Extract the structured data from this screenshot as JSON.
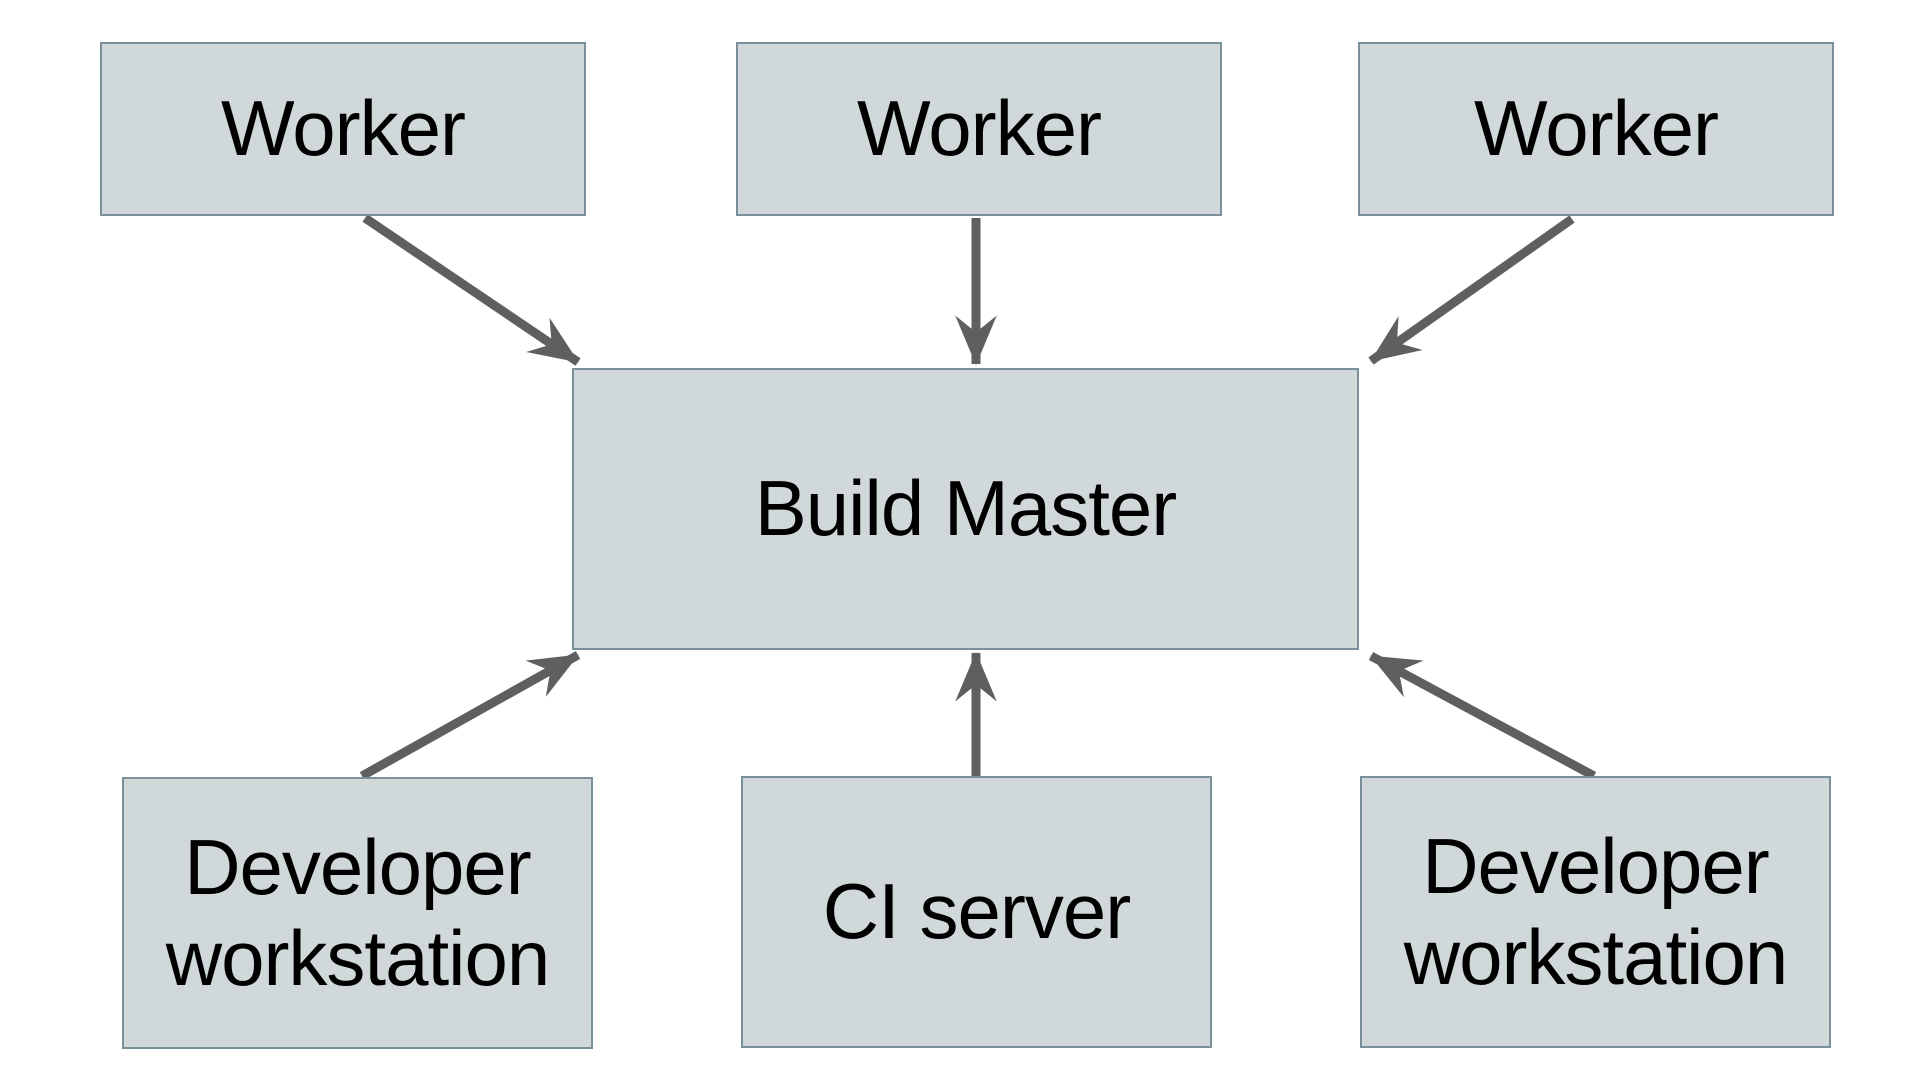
{
  "diagram": {
    "type": "architecture-diagram",
    "colors": {
      "background": "#ffffff",
      "node_fill": "#d0d8da",
      "node_border": "#7a909a",
      "arrow": "#5e5f60",
      "text": "#000000"
    },
    "nodes": [
      {
        "id": "worker-1",
        "label": "Worker"
      },
      {
        "id": "worker-2",
        "label": "Worker"
      },
      {
        "id": "worker-3",
        "label": "Worker"
      },
      {
        "id": "build-master",
        "label": "Build Master"
      },
      {
        "id": "dev-workstation-1",
        "label": "Developer workstation"
      },
      {
        "id": "ci-server",
        "label": "CI server"
      },
      {
        "id": "dev-workstation-2",
        "label": "Developer workstation"
      }
    ],
    "edges": [
      {
        "from": "worker-1",
        "to": "build-master"
      },
      {
        "from": "worker-2",
        "to": "build-master"
      },
      {
        "from": "worker-3",
        "to": "build-master"
      },
      {
        "from": "dev-workstation-1",
        "to": "build-master"
      },
      {
        "from": "ci-server",
        "to": "build-master"
      },
      {
        "from": "dev-workstation-2",
        "to": "build-master"
      }
    ]
  }
}
